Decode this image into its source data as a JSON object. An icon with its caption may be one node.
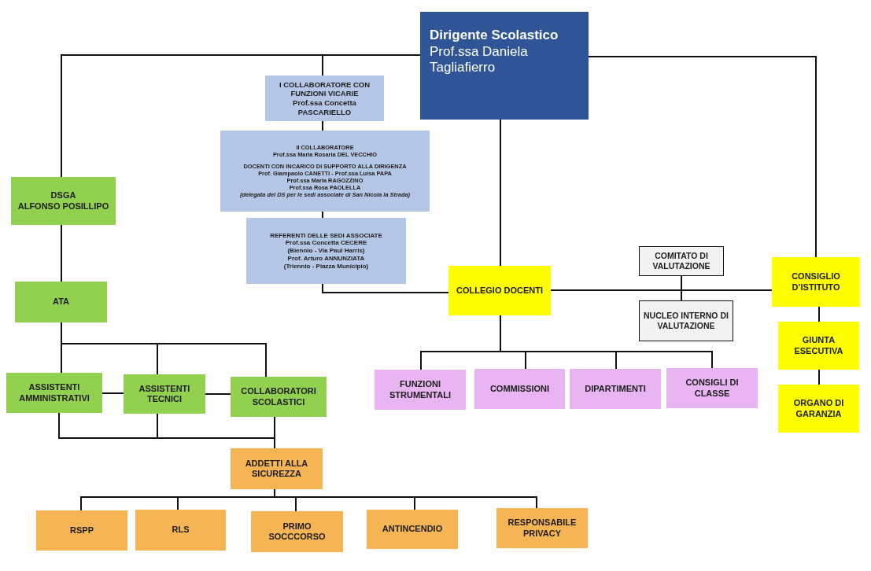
{
  "diagram": {
    "nodes": [
      {
        "text": [
          "Dirigente Scolastico",
          "Prof.ssa Daniela Tagliafierro"
        ]
      },
      {
        "text": [
          "I COLLABORATORE CON FUNZIONI VICARIE",
          "Prof.ssa Concetta PASCARIELLO"
        ]
      },
      {
        "text": [
          "II COLLABORATORE",
          "Prof.ssa Maria Rosaria DEL VECCHIO",
          "DOCENTI CON INCARICO DI SUPPORTO ALLA DIRIGENZA",
          "Prof. Giampaolo CANETTI - Prof.ssa Luisa PAPA",
          "Prof.ssa Maria RAGOZZINO",
          "Prof.ssa Rosa PAOLELLA",
          "(delegata del DS per le sedi associate di San Nicola la Strada)"
        ]
      },
      {
        "text": [
          "REFERENTI DELLE SEDI ASSOCIATE",
          "Prof.ssa Concetta CECERE",
          "(Biennio - Via Paul Harris)",
          "Prof. Arturo ANNUNZIATA",
          "(Triennio - Piazza Municipio)"
        ]
      },
      {
        "text": [
          "DSGA",
          "ALFONSO POSILLIPO"
        ]
      },
      {
        "text": [
          "ATA"
        ]
      },
      {
        "text": [
          "ASSISTENTI AMMINISTRATIVI"
        ]
      },
      {
        "text": [
          "ASSISTENTI TECNICI"
        ]
      },
      {
        "text": [
          "COLLABORATORI SCOLASTICI"
        ]
      },
      {
        "text": [
          "ADDETTI ALLA SICUREZZA"
        ]
      },
      {
        "text": [
          "RSPP"
        ]
      },
      {
        "text": [
          "RLS"
        ]
      },
      {
        "text": [
          "PRIMO SOCCCORSO"
        ]
      },
      {
        "text": [
          "ANTINCENDIO"
        ]
      },
      {
        "text": [
          "RESPONSABILE PRIVACY"
        ]
      },
      {
        "text": [
          "COLLEGIO DOCENTI"
        ]
      },
      {
        "text": [
          "COMITATO DI VALUTAZIONE"
        ]
      },
      {
        "text": [
          "NUCLEO INTERNO DI VALUTAZIONE"
        ]
      },
      {
        "text": [
          "FUNZIONI STRUMENTALI"
        ]
      },
      {
        "text": [
          "COMMISSIONI"
        ]
      },
      {
        "text": [
          "DIPARTIMENTI"
        ]
      },
      {
        "text": [
          "CONSIGLI DI CLASSE"
        ]
      },
      {
        "text": [
          "CONSIGLIO D’ISTITUTO"
        ]
      },
      {
        "text": [
          "GIUNTA ESECUTIVA"
        ]
      },
      {
        "text": [
          "ORGANO DI GARANZIA"
        ]
      }
    ],
    "edges": [
      {
        "from": 0,
        "to": 1,
        "arrow": "none"
      },
      {
        "from": 0,
        "to": 4,
        "arrow": "none"
      },
      {
        "from": 0,
        "to": 22,
        "arrow": "none"
      },
      {
        "from": 0,
        "to": 15,
        "arrow": "none"
      },
      {
        "from": 1,
        "to": 2,
        "arrow": "none"
      },
      {
        "from": 2,
        "to": 3,
        "arrow": "none"
      },
      {
        "from": 3,
        "to": 15,
        "arrow": "none"
      },
      {
        "from": 15,
        "to": 22,
        "arrow": "none"
      },
      {
        "from": 16,
        "to": 17,
        "arrow": "none"
      },
      {
        "from": 15,
        "to": 18,
        "arrow": "none"
      },
      {
        "from": 15,
        "to": 19,
        "arrow": "none"
      },
      {
        "from": 15,
        "to": 20,
        "arrow": "none"
      },
      {
        "from": 15,
        "to": 21,
        "arrow": "none"
      },
      {
        "from": 22,
        "to": 23,
        "arrow": "none"
      },
      {
        "from": 23,
        "to": 24,
        "arrow": "none"
      },
      {
        "from": 4,
        "to": 5,
        "arrow": "none"
      },
      {
        "from": 5,
        "to": 6,
        "arrow": "none"
      },
      {
        "from": 5,
        "to": 7,
        "arrow": "none"
      },
      {
        "from": 5,
        "to": 8,
        "arrow": "none"
      },
      {
        "from": 6,
        "to": 7,
        "arrow": "none"
      },
      {
        "from": 7,
        "to": 8,
        "arrow": "none"
      },
      {
        "from": 6,
        "to": 9,
        "arrow": "none"
      },
      {
        "from": 7,
        "to": 9,
        "arrow": "none"
      },
      {
        "from": 8,
        "to": 9,
        "arrow": "none"
      },
      {
        "from": 9,
        "to": 10,
        "arrow": "none"
      },
      {
        "from": 9,
        "to": 11,
        "arrow": "none"
      },
      {
        "from": 9,
        "to": 12,
        "arrow": "none"
      },
      {
        "from": 9,
        "to": 13,
        "arrow": "none"
      },
      {
        "from": 9,
        "to": 14,
        "arrow": "none"
      }
    ]
  }
}
